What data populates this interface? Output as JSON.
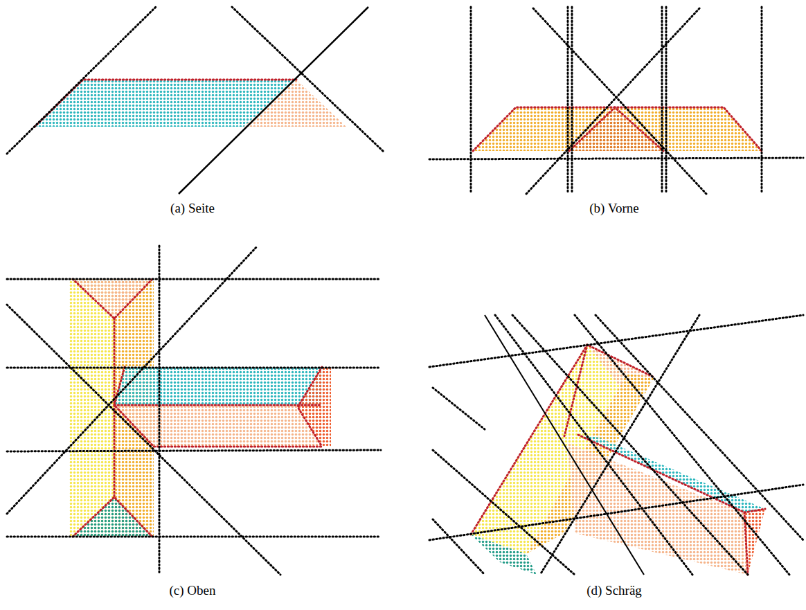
{
  "diagram": {
    "labels": [
      "(a) Seite",
      "(b) Vorne",
      "(c) Oben",
      "(d) Schräg"
    ]
  }
}
